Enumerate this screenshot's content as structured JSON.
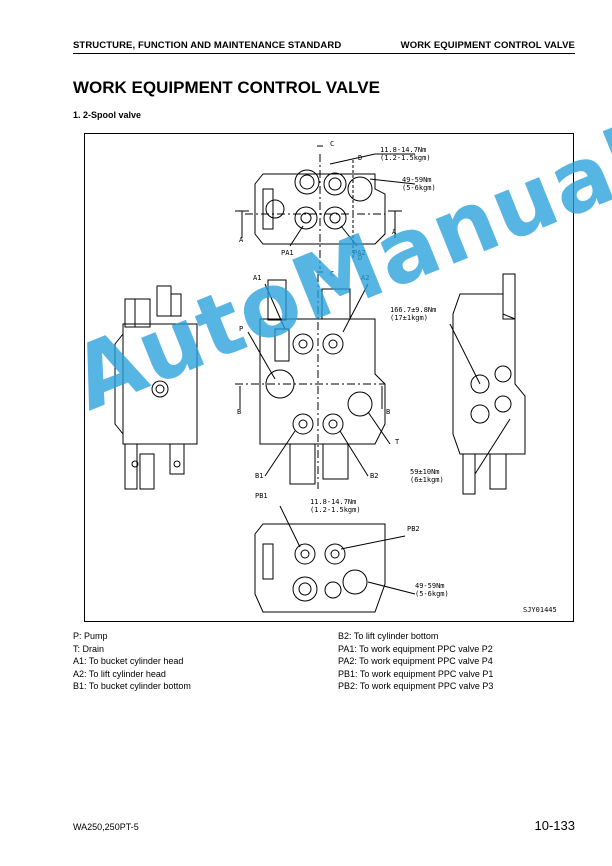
{
  "header": {
    "left": "STRUCTURE, FUNCTION AND MAINTENANCE STANDARD",
    "right": "WORK EQUIPMENT CONTROL VALVE"
  },
  "title": "WORK EQUIPMENT CONTROL VALVE",
  "subtitle": "1.   2-Spool valve",
  "figure": {
    "labels": {
      "c_top": "C",
      "c_bottom": "C",
      "d_top": "D",
      "d_bottom": "D",
      "a_left": "A",
      "a_right": "A",
      "b_left": "B",
      "b_right": "B",
      "pa1": "PA1",
      "pa2": "PA2",
      "a1": "A1",
      "a2": "A2",
      "p": "P",
      "t": "T",
      "b1": "B1",
      "b2": "B2",
      "pb1": "PB1",
      "pb2": "PB2",
      "torque_top_1": "11.8-14.7Nm",
      "torque_top_2": "(1.2-1.5kgm)",
      "torque_top_3": "49-59Nm",
      "torque_top_4": "(5-6kgm)",
      "torque_right_1": "166.7±9.8Nm",
      "torque_right_2": "(17±1kgm)",
      "torque_right_3": "59±10Nm",
      "torque_right_4": "(6±1kgm)",
      "torque_bottom_1": "11.8-14.7Nm",
      "torque_bottom_2": "(1.2-1.5kgm)",
      "torque_bottom_3": "49-59Nm",
      "torque_bottom_4": "(5-6kgm)",
      "figure_id": "SJY01445"
    }
  },
  "watermark": "AutoManual",
  "legend_left": [
    "P:   Pump",
    "T:   Drain",
    "A1: To bucket cylinder head",
    "A2: To lift cylinder head",
    "B1: To bucket cylinder bottom"
  ],
  "legend_right": [
    "B2: To lift cylinder bottom",
    "PA1: To work equipment PPC valve P2",
    "PA2: To work equipment PPC valve P4",
    "PB1: To work equipment PPC valve P1",
    "PB2: To work equipment PPC valve P3"
  ],
  "footer": {
    "model": "WA250,250PT-5",
    "page": "10-133"
  }
}
